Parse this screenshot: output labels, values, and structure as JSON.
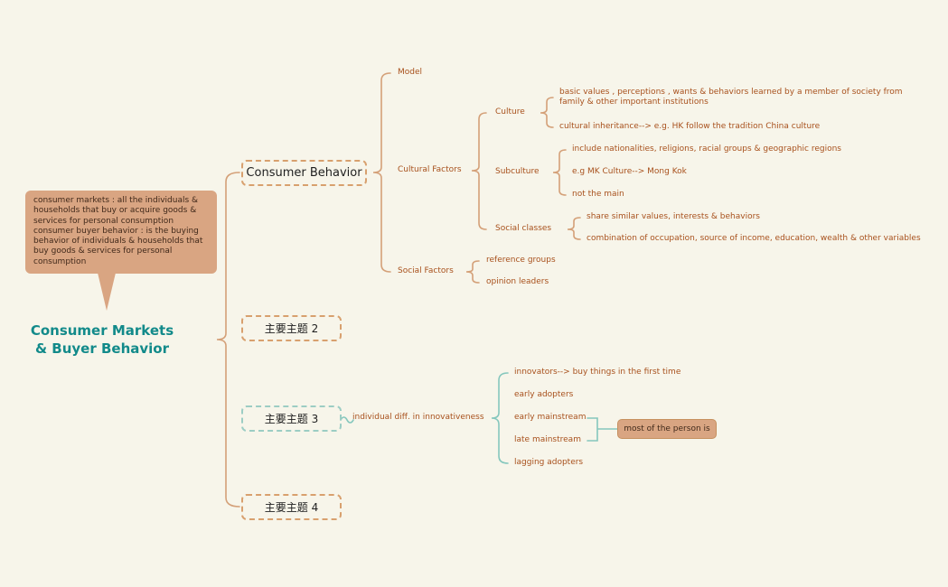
{
  "colors": {
    "bg": "#f7f5ea",
    "accent_teal": "#128a8a",
    "branch_orange": "#a8511d",
    "tan": "#d9a582",
    "connector_tan": "#d4a078",
    "connector_teal": "#85c7bd",
    "node_border_tan": "#d8a06e",
    "node_border_teal": "#9ccdc4"
  },
  "root": {
    "title": "Consumer Markets & Buyer Behavior",
    "callout_text": "consumer markets : all the individuals & households that buy or acquire goods & services for personal consumption\nconsumer buyer behavior : is the buying behavior of individuals & households that buy goods & services for personal consumption"
  },
  "main_topics": {
    "topic1": {
      "label": "Consumer Behavior"
    },
    "topic2": {
      "label": "主要主题 2"
    },
    "topic3": {
      "label": "主要主题 3"
    },
    "topic4": {
      "label": "主要主题 4"
    }
  },
  "consumer_behavior": {
    "model": {
      "label": "Model"
    },
    "cultural_factors": {
      "label": "Cultural Factors",
      "culture": {
        "label": "Culture",
        "definition": "basic values , perceptions , wants & behaviors learned by a member of society from family & other important institutions",
        "inheritance": "cultural inheritance--> e.g. HK follow the tradition China culture"
      },
      "subculture": {
        "label": "Subculture",
        "includes": "include nationalities, religions, racial groups & geographic regions",
        "example": "e.g MK Culture--> Mong Kok",
        "note": "not the main"
      },
      "social_classes": {
        "label": "Social classes",
        "share": "share similar values, interests & behaviors",
        "combination": "combination of occupation, source of income, education, wealth & other variables"
      }
    },
    "social_factors": {
      "label": "Social Factors",
      "reference_groups": "reference groups",
      "opinion_leaders": "opinion leaders"
    }
  },
  "innovativeness": {
    "label": "individual diff. in innovativeness",
    "items": [
      "innovators--> buy things in the first time",
      "early adopters",
      "early mainstream",
      "late mainstream",
      "lagging adopters"
    ],
    "callout": "most of the person is"
  }
}
